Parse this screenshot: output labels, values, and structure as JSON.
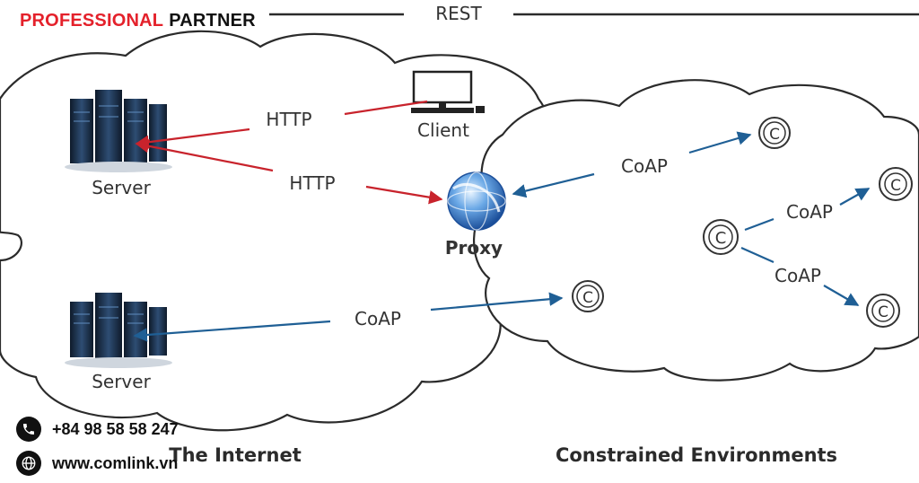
{
  "brand": {
    "part1": "PROFESSIONAL",
    "part2": "PARTNER",
    "color_primary": "#e4212b"
  },
  "top_label": "REST",
  "nodes": {
    "server_top": "Server",
    "server_bottom": "Server",
    "client": "Client",
    "proxy": "Proxy"
  },
  "edges": {
    "http_1": "HTTP",
    "http_2": "HTTP",
    "coap_proxy": "CoAP",
    "coap_bottom": "CoAP",
    "coap_upper_right": "CoAP",
    "coap_lower_right": "CoAP"
  },
  "device_symbol": "C",
  "regions": {
    "left": "The Internet",
    "right": "Constrained Environments"
  },
  "contact": {
    "phone": "+84 98 58 58 247",
    "website": "www.comlink.vn"
  },
  "colors": {
    "http_arrow": "#c8232c",
    "coap_arrow": "#1f5f95",
    "cloud_stroke": "#2b2b2b"
  }
}
